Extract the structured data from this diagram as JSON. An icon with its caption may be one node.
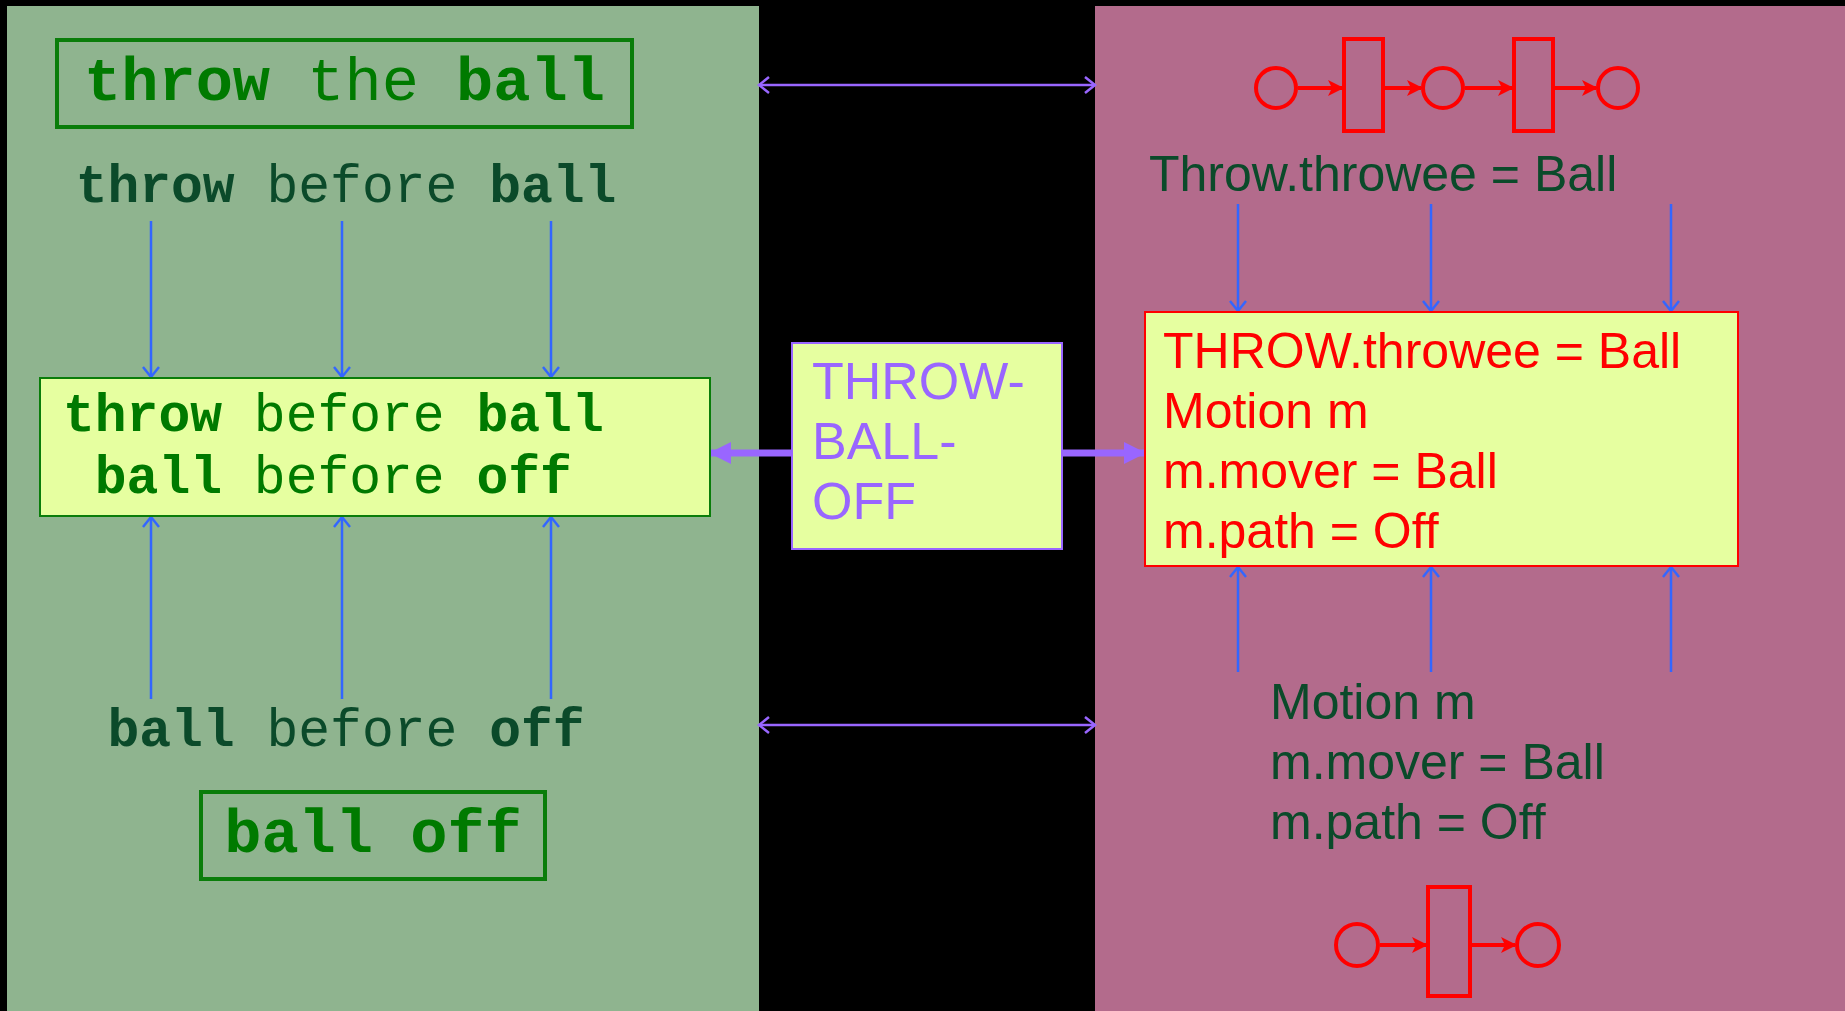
{
  "diagram": {
    "nodes": [
      {
        "text": [],
        "shape": "box"
      },
      {
        "text": [
          "**throw** the **ball**"
        ],
        "in": 0
      },
      {
        "text": [
          "**throw** before **ball**"
        ],
        "in": 0
      },
      {
        "text": [
          "**throw** before **ball**",
          "**ball** before **off**"
        ],
        "in": 0
      },
      {
        "text": [
          "**ball** before **off**"
        ],
        "in": 0
      },
      {
        "text": [
          "ball off"
        ],
        "in": 0
      },
      {
        "text": [],
        "shape": "box"
      },
      {
        "text": [],
        "shape": "circle",
        "in": 6
      },
      {
        "text": [],
        "shape": "bar",
        "in": 6
      },
      {
        "text": [],
        "shape": "circle",
        "in": 6
      },
      {
        "text": [],
        "shape": "bar",
        "in": 6
      },
      {
        "text": [],
        "shape": "circle",
        "in": 6
      },
      {
        "text": [
          "Throw.throwee = Ball"
        ],
        "in": 6
      },
      {
        "text": [
          "THROW.throwee = Ball",
          "Motion m",
          "m.mover = Ball",
          "m.path = Off"
        ],
        "in": 6
      },
      {
        "text": [
          "Motion m",
          "m.mover = Ball",
          "m.path = Off"
        ],
        "in": 6
      },
      {
        "text": [],
        "shape": "circle",
        "in": 6
      },
      {
        "text": [],
        "shape": "bar",
        "in": 6
      },
      {
        "text": [],
        "shape": "circle",
        "in": 6
      },
      {
        "text": [
          "THROW-BALL-OFF"
        ]
      }
    ],
    "edges": [
      {
        "from": 0,
        "to": 6,
        "arrow": "both",
        "color": "#9966ff"
      },
      {
        "from": 0,
        "to": 6,
        "arrow": "both",
        "color": "#9966ff"
      },
      {
        "from": 18,
        "to": 3,
        "arrow": "to",
        "style": "thick",
        "color": "#9966ff"
      },
      {
        "from": 18,
        "to": 13,
        "arrow": "to",
        "style": "thick",
        "color": "#9966ff"
      },
      {
        "from": 2,
        "to": 3,
        "arrow": "to"
      },
      {
        "from": 2,
        "to": 3,
        "arrow": "to"
      },
      {
        "from": 2,
        "to": 3,
        "arrow": "to"
      },
      {
        "from": 4,
        "to": 3,
        "arrow": "to"
      },
      {
        "from": 4,
        "to": 3,
        "arrow": "to"
      },
      {
        "from": 4,
        "to": 3,
        "arrow": "to"
      },
      {
        "from": 12,
        "to": 13,
        "arrow": "to"
      },
      {
        "from": 12,
        "to": 13,
        "arrow": "to"
      },
      {
        "from": 12,
        "to": 13,
        "arrow": "to"
      },
      {
        "from": 14,
        "to": 13,
        "arrow": "to"
      },
      {
        "from": 14,
        "to": 13,
        "arrow": "to"
      },
      {
        "from": 14,
        "to": 13,
        "arrow": "to"
      },
      {
        "from": 7,
        "to": 8,
        "arrow": "to",
        "color": "#ff0000"
      },
      {
        "from": 8,
        "to": 9,
        "arrow": "to",
        "color": "#ff0000"
      },
      {
        "from": 9,
        "to": 10,
        "arrow": "to",
        "color": "#ff0000"
      },
      {
        "from": 10,
        "to": 11,
        "arrow": "to",
        "color": "#ff0000"
      },
      {
        "from": 15,
        "to": 16,
        "arrow": "to",
        "color": "#ff0000"
      },
      {
        "from": 16,
        "to": 17,
        "arrow": "to",
        "color": "#ff0000"
      }
    ]
  }
}
